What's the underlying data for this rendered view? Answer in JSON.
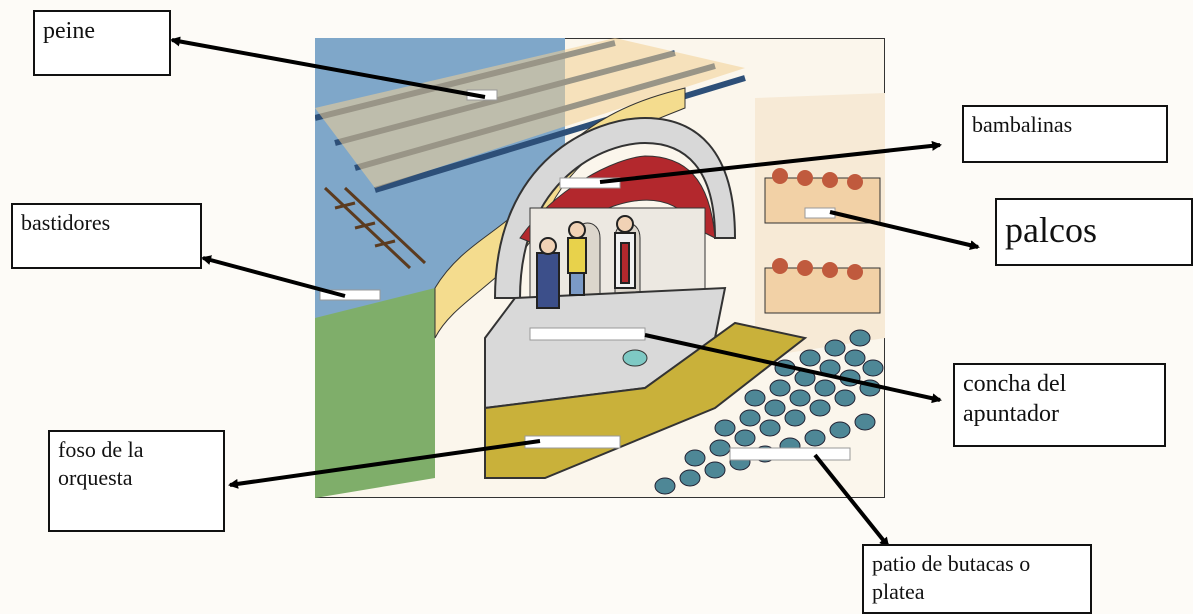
{
  "labels": {
    "peine": "peine",
    "bambalinas": "bambalinas",
    "palcos": "palcos",
    "bastidores": "bastidores",
    "concha_line1": "concha del",
    "concha_line2": "apuntador",
    "foso_line1": "foso de la",
    "foso_line2": "orquesta",
    "patio_line1": "patio de butacas o",
    "patio_line2": "platea"
  },
  "colors": {
    "label_border": "#111111",
    "arrow": "#000000",
    "curtain_red": "#b3282d",
    "pit_yellow": "#c9b13a",
    "seat_teal": "#4e8796",
    "stage_grey": "#d9d9d9",
    "wall_peach": "#f2d1a6"
  }
}
